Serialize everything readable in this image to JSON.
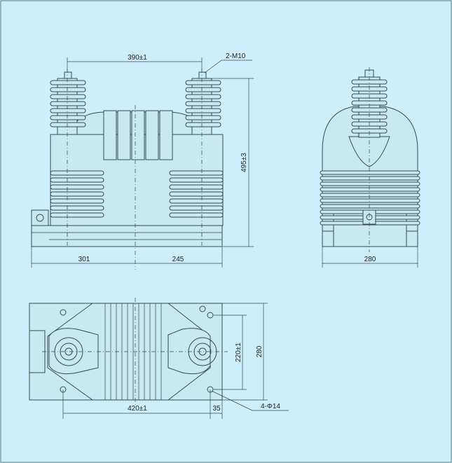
{
  "labels": {
    "top_spacing": "390±1",
    "bolt_spec": "2-M10",
    "height": "495±3",
    "left_width": "301",
    "right_width": "245",
    "side_width": "280",
    "hole_spacing_x": "420±1",
    "hole_offset": "35",
    "hole_spacing_y": "220±1",
    "base_depth": "280",
    "hole_spec": "4-Φ14"
  },
  "colors": {
    "background": "#cdeffb",
    "line": "#3a4a52",
    "body_fill": "#c8e8f2"
  }
}
